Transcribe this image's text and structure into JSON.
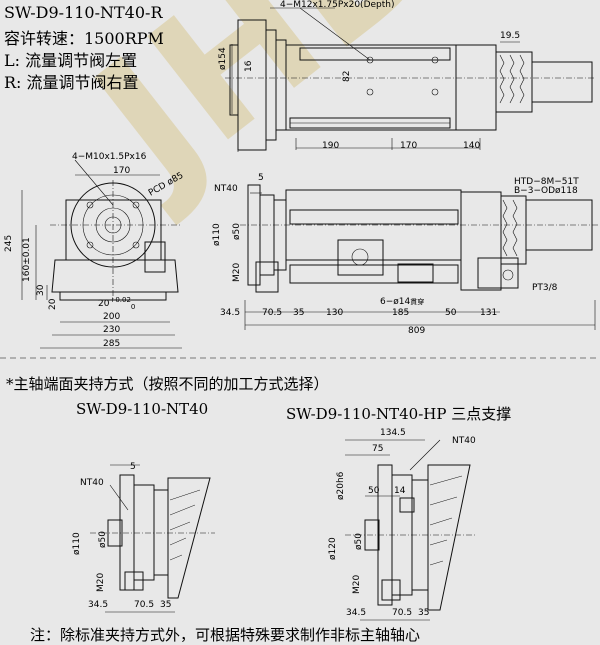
{
  "header": {
    "model": "SW-D9-110-NT40-R",
    "speed": "容许转速：1500RPM",
    "left_note": "L:  流量调节阀左置",
    "right_note": "R:  流量调节阀右置"
  },
  "top_view": {
    "callout": "4−M12x1.75Px20(Depth)",
    "d154": "ø154",
    "d16": "16",
    "d82": "82",
    "d19_5": "19.5",
    "d190": "190",
    "d170": "170",
    "d140": "140"
  },
  "end_view": {
    "callout": "4−M10x1.5Px16",
    "d170": "170",
    "pcd": "PCD ø85",
    "d245": "245",
    "d160": "160±0.01",
    "d30": "30",
    "d20": "20",
    "d20tol": "20",
    "tol_up": "+0.02",
    "tol_dn": "0",
    "d200": "200",
    "d230": "230",
    "d285": "285"
  },
  "side_view": {
    "nt40": "NT40",
    "d5": "5",
    "d110": "ø110",
    "d50": "ø50",
    "m20": "M20",
    "htd": "HTD−8M−51T",
    "b3": "B−3−ODø118",
    "pt": "PT3/8",
    "holes": "6−ø14",
    "through": "貫穿",
    "d34_5": "34.5",
    "d70_5": "70.5",
    "d35": "35",
    "d130": "130",
    "d185": "185",
    "d50b": "50",
    "d131": "131",
    "d809": "809"
  },
  "section": {
    "title": "*主轴端面夹持方式（按照不同的加工方式选择）",
    "left_model": "SW-D9-110-NT40",
    "right_model": "SW-D9-110-NT40-HP 三点支撑"
  },
  "left_detail": {
    "d5": "5",
    "nt40": "NT40",
    "d110": "ø110",
    "d50": "ø50",
    "m20": "M20",
    "d34_5": "34.5",
    "d70_5": "70.5",
    "d35": "35"
  },
  "right_detail": {
    "d134_5": "134.5",
    "nt40": "NT40",
    "d75": "75",
    "d20h6": "ø20h6",
    "d50": "50",
    "d14": "14",
    "d120": "ø120",
    "d50b": "ø50",
    "m20": "M20",
    "d34_5": "34.5",
    "d70_5": "70.5",
    "d35": "35"
  },
  "footer": {
    "note": "注：除标准夹持方式外，可根据特殊要求制作非标主轴轴心"
  },
  "watermark": {
    "text": "JHDYU"
  }
}
